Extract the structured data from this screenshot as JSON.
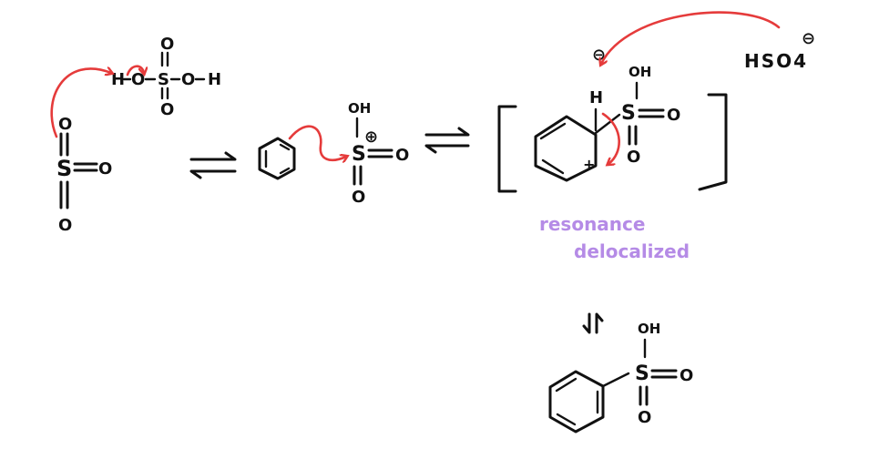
{
  "colors": {
    "ink": "#111111",
    "arrow": "#e53b3b",
    "note": "#b58be6",
    "background": "#ffffff"
  },
  "reactants": {
    "sulfuric_acid": {
      "H_left": "H",
      "O1": "O",
      "S": "S",
      "O2": "O",
      "H_right": "H",
      "O_top": "O",
      "O_bottom": "O"
    },
    "so3": {
      "O_top": "O",
      "S": "S",
      "O_right": "O",
      "O_bottom": "O"
    }
  },
  "activated": {
    "OH": "OH",
    "S": "S",
    "O_right": "O",
    "O_bottom": "O",
    "charge": "⊕"
  },
  "intermediate": {
    "H": "H",
    "OH": "OH",
    "S": "S",
    "O_right": "O",
    "O_bottom": "O",
    "charge": "+",
    "anion_charge": "⊖"
  },
  "base": {
    "formula": "HSO4",
    "charge": "⊖"
  },
  "note": {
    "line1": "resonance",
    "line2": "delocalized"
  },
  "product": {
    "OH": "OH",
    "S": "S",
    "O_right": "O",
    "O_bottom": "O"
  }
}
